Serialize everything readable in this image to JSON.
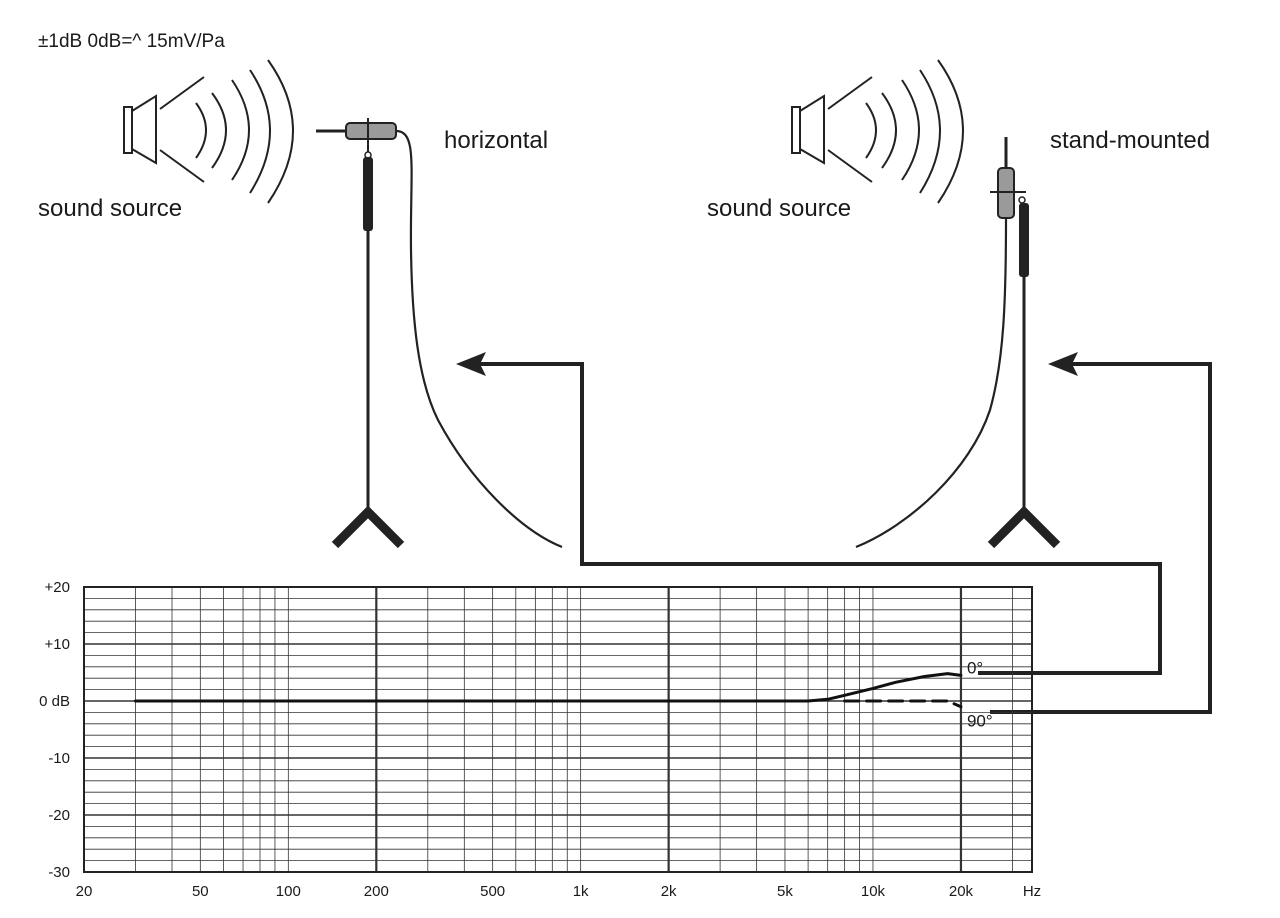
{
  "spec": "±1dB 0dB=^ 15mV/Pa",
  "setups": [
    {
      "source_label": "sound source",
      "mount_label": "horizontal"
    },
    {
      "source_label": "sound source",
      "mount_label": "stand-mounted"
    }
  ],
  "chart_data": {
    "type": "line",
    "x_scale": "log",
    "xlim": [
      20,
      35000
    ],
    "ylim": [
      -30,
      20
    ],
    "x_tick_labels": [
      {
        "value": 20,
        "label": "20"
      },
      {
        "value": 50,
        "label": "50"
      },
      {
        "value": 100,
        "label": "100"
      },
      {
        "value": 200,
        "label": "200"
      },
      {
        "value": 500,
        "label": "500"
      },
      {
        "value": 1000,
        "label": "1k"
      },
      {
        "value": 2000,
        "label": "2k"
      },
      {
        "value": 5000,
        "label": "5k"
      },
      {
        "value": 10000,
        "label": "10k"
      },
      {
        "value": 20000,
        "label": "20k"
      },
      {
        "value": 35000,
        "label": "Hz"
      }
    ],
    "y_tick_labels": [
      {
        "value": 20,
        "label": "+20"
      },
      {
        "value": 10,
        "label": "+10"
      },
      {
        "value": 0,
        "label": "0 dB"
      },
      {
        "value": -10,
        "label": "-10"
      },
      {
        "value": -20,
        "label": "-20"
      },
      {
        "value": -30,
        "label": "-30"
      }
    ],
    "grid": true,
    "series": [
      {
        "name": "0°",
        "line_style": "solid",
        "points": [
          [
            30,
            0
          ],
          [
            500,
            0
          ],
          [
            2000,
            0
          ],
          [
            6000,
            0
          ],
          [
            7000,
            0.3
          ],
          [
            8000,
            1
          ],
          [
            10000,
            2.2
          ],
          [
            12000,
            3.3
          ],
          [
            15000,
            4.3
          ],
          [
            18000,
            4.8
          ],
          [
            20000,
            4.5
          ]
        ]
      },
      {
        "name": "90°",
        "line_style": "dashed",
        "points": [
          [
            8000,
            0
          ],
          [
            10000,
            0
          ],
          [
            15000,
            0
          ],
          [
            18000,
            0
          ],
          [
            20000,
            -1
          ]
        ]
      }
    ]
  }
}
